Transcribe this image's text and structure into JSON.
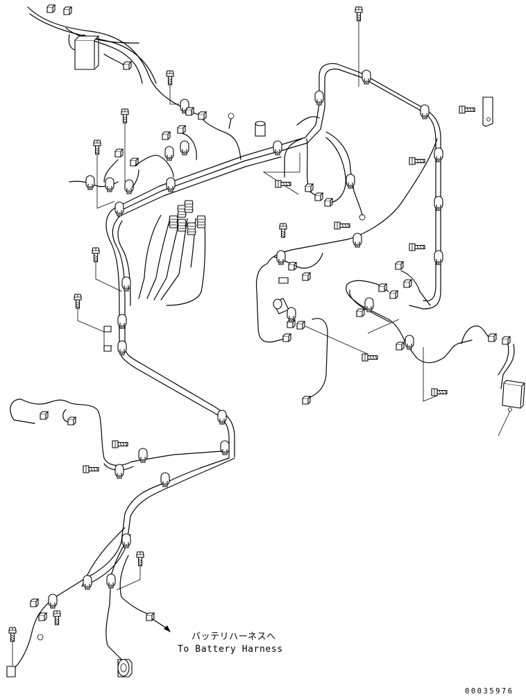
{
  "annotation": {
    "japanese": "バッテリハーネスへ",
    "english": "To Battery Harness"
  },
  "drawing_number": "00035976",
  "icons": [
    "bolt-icon",
    "connector-icon",
    "clamp-icon",
    "terminal-icon",
    "arrow-icon"
  ],
  "colors": {
    "line": "#000000",
    "background": "#ffffff"
  }
}
